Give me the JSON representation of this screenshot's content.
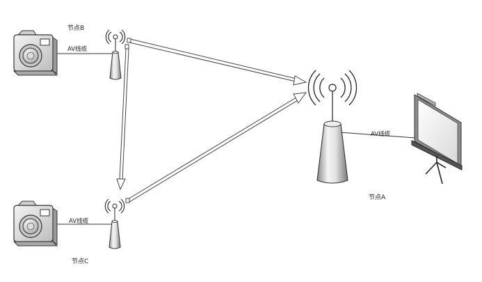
{
  "nodes": {
    "b": {
      "label": "节点B"
    },
    "c": {
      "label": "节点C"
    },
    "a": {
      "label": "节点A"
    }
  },
  "cables": {
    "b": "AV线缆",
    "c": "AV线缆",
    "a": "AV线缆"
  },
  "icons": {
    "camera": "camera-icon",
    "antenna": "wireless-antenna-icon",
    "screen": "projection-screen-icon"
  }
}
